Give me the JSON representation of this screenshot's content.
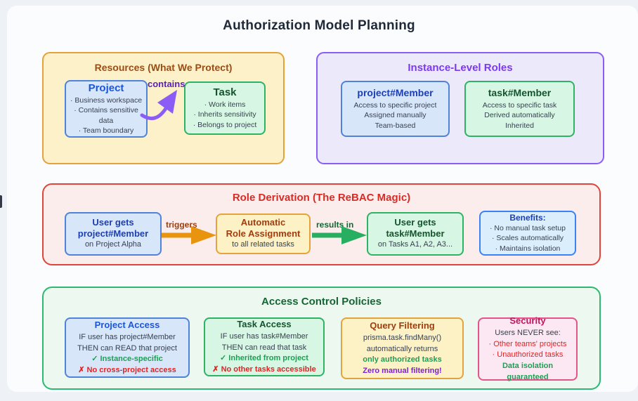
{
  "page": {
    "title": "Authorization Model Planning"
  },
  "palette": {
    "yellow_group_border": "#e3a23c",
    "purple_group_border": "#8b5cf6",
    "red_group_border": "#e0453a",
    "green_group_border": "#2eb872",
    "blue_node_border": "#4f82d9",
    "green_node_border": "#2eb263",
    "orange_arrow": "#e8940f",
    "green_arrow": "#27ae60",
    "purple_arrow": "#8b5cf6",
    "ok_green": "#1f9d55",
    "warn_red": "#e02424"
  },
  "resources": {
    "title": "Resources (What We Protect)",
    "contains_label": "contains",
    "project": {
      "title": "Project",
      "lines": [
        "· Business workspace",
        "· Contains sensitive data",
        "· Team boundary"
      ]
    },
    "task": {
      "title": "Task",
      "lines": [
        "· Work items",
        "· Inherits sensitivity",
        "· Belongs to project"
      ]
    }
  },
  "instance_roles": {
    "title": "Instance-Level Roles",
    "project_member": {
      "title": "project#Member",
      "lines": [
        "Access to specific project",
        "Assigned manually",
        "Team-based"
      ]
    },
    "task_member": {
      "title": "task#Member",
      "lines": [
        "Access to specific task",
        "Derived automatically",
        "Inherited"
      ]
    }
  },
  "derivation": {
    "title": "Role Derivation (The ReBAC Magic)",
    "user_project": {
      "title_lines": [
        "User gets",
        "project#Member"
      ],
      "sub": "on Project Alpha"
    },
    "triggers_label": "triggers",
    "auto_assign": {
      "title_lines": [
        "Automatic",
        "Role Assignment"
      ],
      "sub": "to all related tasks"
    },
    "results_label": "results in",
    "user_task": {
      "title_lines": [
        "User gets",
        "task#Member"
      ],
      "sub": "on Tasks A1, A2, A3..."
    },
    "benefits": {
      "title": "Benefits:",
      "lines": [
        "· No manual task setup",
        "· Scales automatically",
        "· Maintains isolation"
      ]
    }
  },
  "policies": {
    "title": "Access Control Policies",
    "project_access": {
      "title": "Project Access",
      "lines": [
        "IF user has project#Member",
        "THEN can READ that project",
        "✓ Instance-specific",
        "✗ No cross-project access"
      ]
    },
    "task_access": {
      "title": "Task Access",
      "lines": [
        "IF user has task#Member",
        "THEN can read that task",
        "✓ Inherited from project",
        "✗ No other tasks accessible"
      ]
    },
    "query_filtering": {
      "title": "Query Filtering",
      "lines": [
        "prisma.task.findMany()",
        "automatically returns",
        "only authorized tasks",
        "Zero manual filtering!"
      ]
    },
    "security": {
      "title": "Security",
      "lines": [
        "Users NEVER see:",
        "· Other teams' projects",
        "· Unauthorized tasks",
        "Data isolation guaranteed"
      ]
    }
  }
}
